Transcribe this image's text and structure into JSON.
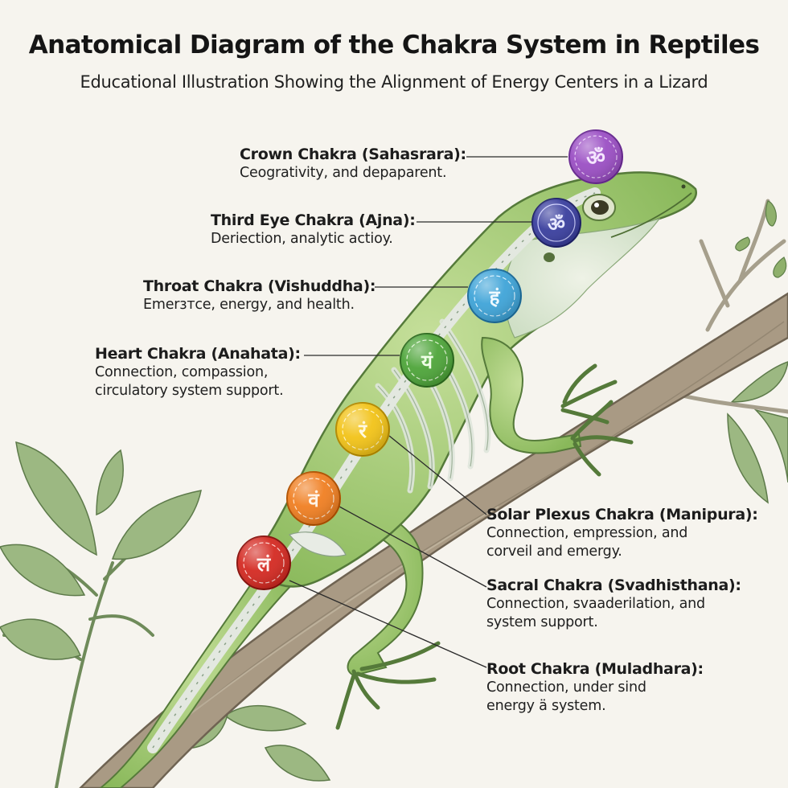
{
  "header": {
    "title": "Anatomical Diagram of the Chakra System in Reptiles",
    "subtitle": "Educational Illustration Showing the Alignment of Energy Centers in a Lizard"
  },
  "chakras": [
    {
      "name": "Crown Chakra (Sahasrara):",
      "desc": [
        "Ceogrativity, and depaparent."
      ],
      "color": "#9b4fc4",
      "symbol": "ॐ"
    },
    {
      "name": "Third Eye Chakra (Ajna):",
      "desc": [
        "Deriection, analytic actioy."
      ],
      "color": "#3a3f9e",
      "symbol": "ॐ"
    },
    {
      "name": "Throat Chakra (Vishuddha):",
      "desc": [
        "Emerзтce, energy, and health."
      ],
      "color": "#3fa4d8",
      "symbol": "हं"
    },
    {
      "name": "Heart Chakra (Anahata):",
      "desc": [
        "Connection, compassion,",
        "circulatory system support."
      ],
      "color": "#4ea53a",
      "symbol": "यं"
    },
    {
      "name": "Solar Plexus Chakra (Manipura):",
      "desc": [
        "Connection, empression, and",
        "corveil and emergy."
      ],
      "color": "#f2c318",
      "symbol": "रं"
    },
    {
      "name": "Sacral Chakra (Svadhisthana):",
      "desc": [
        "Connection, svaaderilation, and",
        "system support."
      ],
      "color": "#f07f22",
      "symbol": "वं"
    },
    {
      "name": "Root Chakra (Muladhara):",
      "desc": [
        "Connection, under sind",
        "energy ä system."
      ],
      "color": "#d42a22",
      "symbol": "लं"
    }
  ],
  "colors": {
    "background": "#f6f4ee",
    "lizard": "#9cc56c",
    "branch": "#a99a84",
    "leaf": "#7fa063"
  }
}
